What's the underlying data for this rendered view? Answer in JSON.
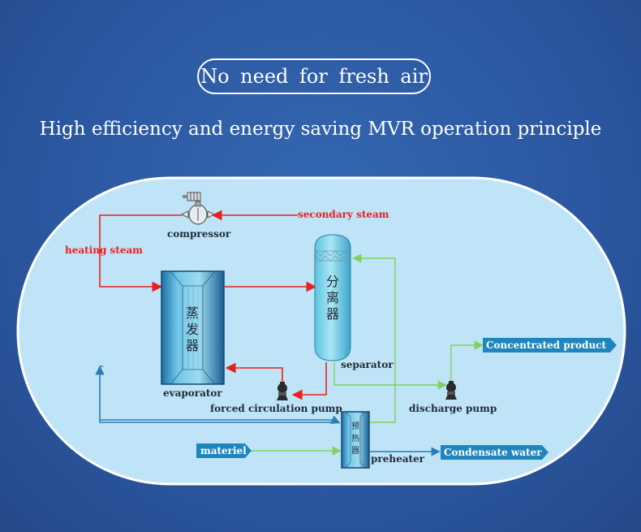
{
  "header": {
    "pill_text": "No need for fresh air",
    "subtitle": "High efficiency and energy saving MVR operation principle"
  },
  "diagram": {
    "labels": {
      "secondary_steam": "secondary steam",
      "compressor": "compressor",
      "heating_steam": "heating steam",
      "evaporator": "evaporator",
      "separator": "separator",
      "forced_circulation_pump": "forced circulation pump",
      "discharge_pump": "discharge pump",
      "preheater": "preheater"
    },
    "vessel_text": {
      "evaporator": [
        "蒸",
        "发",
        "器"
      ],
      "separator": [
        "分",
        "离",
        "器"
      ],
      "preheater": [
        "预",
        "热",
        "器"
      ]
    },
    "tags": {
      "concentrated_product": "Concentrated product",
      "materiel": "materiel",
      "condensate_water": "Condensate water"
    },
    "colors": {
      "steam_line": "#e8201c",
      "feed_line": "#7fd35a",
      "condensate_line": "#2a7db5",
      "panel": "#bfe4f7",
      "tag": "#1f86bd"
    }
  }
}
